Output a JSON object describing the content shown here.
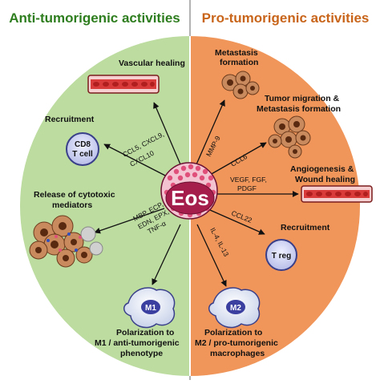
{
  "header": {
    "left_title": "Anti-tumorigenic activities",
    "right_title": "Pro-tumorigenic activities",
    "left_color": "#2e7d1e",
    "right_color": "#c8651b"
  },
  "colors": {
    "left_bg": "#bcdca0",
    "right_bg": "#f0965a",
    "eos_nucleus": "#a51d4a",
    "granule": "#e04f7a"
  },
  "center": {
    "label": "Eos"
  },
  "anti": {
    "vascular_healing": "Vascular healing",
    "recruitment": "Recruitment",
    "cd8_line1": "CD8",
    "cd8_line2": "T cell",
    "cyto_line1": "Release of cytotoxic",
    "cyto_line2": "mediators",
    "polar_line1": "Polarization to",
    "polar_line2": "M1 / anti-tumorigenic",
    "polar_line3": "phenotype",
    "m1": "M1",
    "chem_ccl5_1": "CCL5, CXCL9,",
    "chem_ccl5_2": "CXCL10",
    "med_1": "MBP, ECP,",
    "med_2": "EDN, EPX,",
    "med_3": "TNF-α"
  },
  "pro": {
    "metastasis_line1": "Metastasis",
    "metastasis_line2": "formation",
    "tumor_line1": "Tumor migration &",
    "tumor_line2": "Metastasis formation",
    "angio_line1": "Angiogenesis &",
    "angio_line2": "Wound healing",
    "recruitment": "Recruitment",
    "treg": "T reg",
    "polar_line1": "Polarization to",
    "polar_line2": "M2 / pro-tumorigenic",
    "polar_line3": "macrophages",
    "m2": "M2",
    "mmp9": "MMP-9",
    "ccl6": "CCL6",
    "vegf_1": "VEGF, FGF,",
    "vegf_2": "PDGF",
    "ccl22": "CCL22",
    "il": "IL-4, IL-13"
  }
}
